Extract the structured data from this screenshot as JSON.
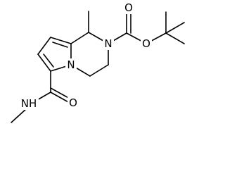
{
  "molecule": {
    "atoms": [
      {
        "id": "n_ring",
        "symbol": "N"
      },
      {
        "id": "n_pyrrole",
        "symbol": "N"
      },
      {
        "id": "o_ester",
        "symbol": "O"
      },
      {
        "id": "o_carbonyl_top",
        "symbol": "O"
      },
      {
        "id": "o_amide",
        "symbol": "O"
      },
      {
        "id": "nh_amide",
        "symbol": "NH"
      }
    ]
  },
  "colors": {
    "bond": "#000000",
    "text": "#000000",
    "background": "#ffffff"
  }
}
